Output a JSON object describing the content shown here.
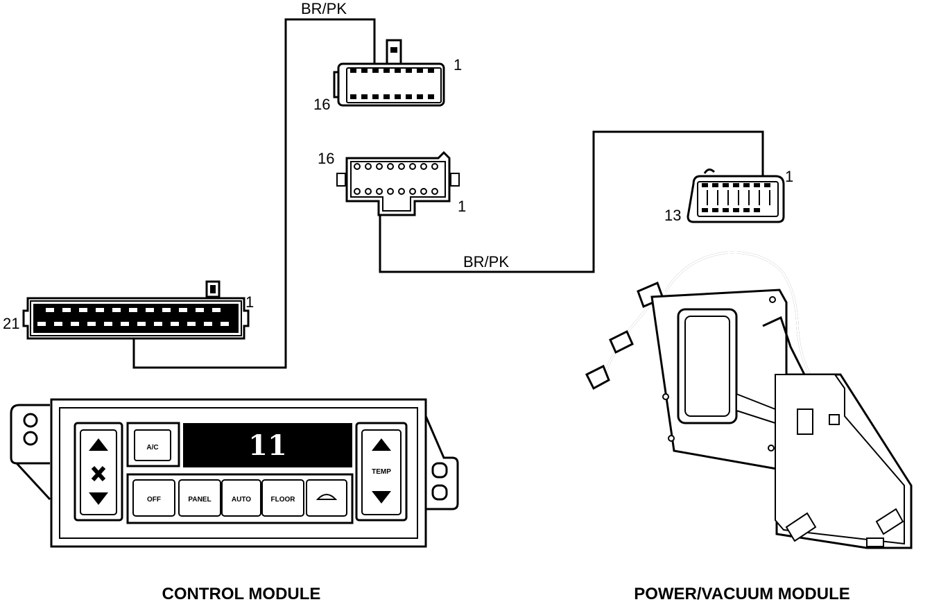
{
  "wires": [
    {
      "color_code": "BR/PK"
    },
    {
      "color_code": "BR/PK"
    }
  ],
  "connectors": {
    "control_module": {
      "pin_first": "1",
      "pin_last": "21"
    },
    "inline_top": {
      "pin_first": "1",
      "pin_last": "16"
    },
    "inline_bottom": {
      "pin_first": "1",
      "pin_last": "16"
    },
    "power_vacuum": {
      "pin_first": "1",
      "pin_last": "13"
    }
  },
  "control_panel": {
    "display": "11",
    "ac_label": "A/C",
    "temp_label": "TEMP",
    "buttons": [
      "OFF",
      "PANEL",
      "AUTO",
      "FLOOR"
    ]
  },
  "captions": {
    "control_module": "CONTROL MODULE",
    "power_vacuum_module": "POWER/VACUUM MODULE"
  }
}
